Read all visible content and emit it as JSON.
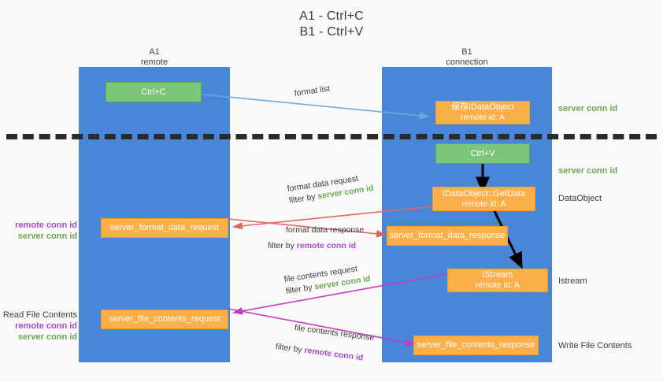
{
  "title": {
    "line1": "A1 - Ctrl+C",
    "line2": "B1 - Ctrl+V"
  },
  "columns": [
    {
      "name": "A1",
      "subtitle": "remote"
    },
    {
      "name": "B1",
      "subtitle": "connection"
    }
  ],
  "nodes": {
    "ctrl_c": "Ctrl+C",
    "ctrl_v": "Ctrl+V",
    "data_object_title": "保存IDataObject",
    "data_object_sub": "remote id: A",
    "get_data_title": "IDataObject::GetData",
    "get_data_sub": "remote id: A",
    "istream_title": "IStream",
    "istream_sub": "remote id: A",
    "server_format_data_request": "server_format_data_request",
    "server_format_data_response": "server_format_data_response",
    "server_file_contents_request": "server_file_contents_request",
    "server_file_contents_response": "server_file_contents_response"
  },
  "right_labels": {
    "server_conn_id_top": "server conn id",
    "server_conn_id_mid": "server conn id",
    "data_object": "DataObject",
    "istream": "Istream",
    "write_file_contents": "Write File Contents"
  },
  "left_labels": {
    "remote_conn_id_1": "remote conn id",
    "server_conn_id_1": "server conn id",
    "read_file_contents": "Read File Contents",
    "remote_conn_id_2": "remote conn id",
    "server_conn_id_2": "server conn id"
  },
  "edges": {
    "format_list": "format list",
    "format_data_request": "format data request",
    "format_data_request_filter_prefix": "filter by ",
    "format_data_request_filter_key": "server conn id",
    "format_data_response": "format data response",
    "format_data_response_filter_prefix": "filter by ",
    "format_data_response_filter_key": "remote conn id",
    "file_contents_request": "file contents request",
    "file_contents_request_filter_prefix": "filter by ",
    "file_contents_request_filter_key": "server conn id",
    "file_contents_response": "file contents response",
    "file_contents_response_filter_prefix": "filter by ",
    "file_contents_response_filter_key": "remote conn id"
  },
  "colors": {
    "lane": "#4a86d8",
    "green_node": "#7bc67b",
    "orange_node": "#fbaf49",
    "arrow_blue": "#6fa8dc",
    "arrow_red": "#e06666",
    "arrow_magenta": "#c23bc2",
    "arrow_black": "#000000",
    "server_conn_id": "#6aa84f",
    "remote_conn_id": "#a64dc4"
  }
}
